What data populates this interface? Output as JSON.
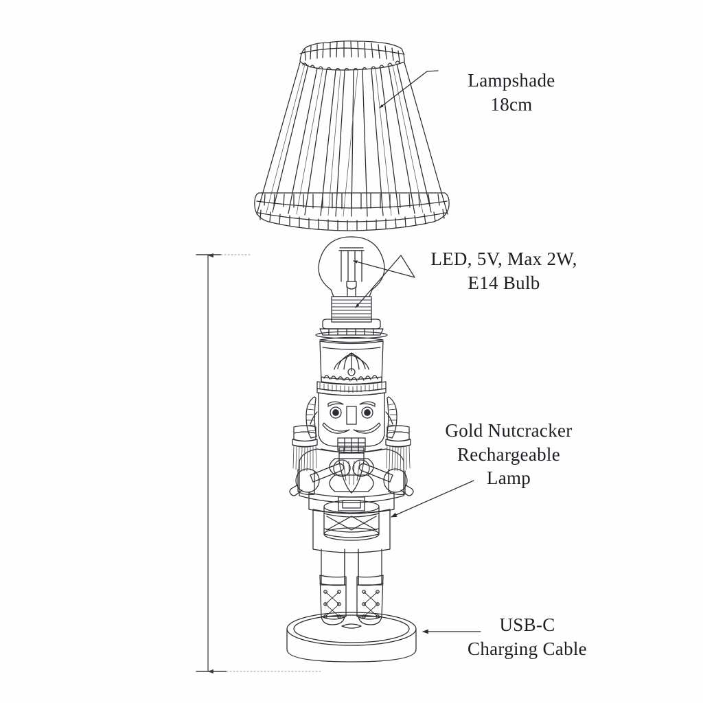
{
  "diagram": {
    "title": "Gold Nutcracker Rechargeable Lamp product specification diagram",
    "line_color": "#2b2b31",
    "text_color": "#1c1c22",
    "background_color": "#fefefe"
  },
  "callouts": {
    "lampshade": {
      "label": "Lampshade\n18cm",
      "measurement": "18cm",
      "name": "Lampshade"
    },
    "bulb": {
      "label": "LED, 5V, Max 2W,\nE14 Bulb",
      "voltage": "5V",
      "max_power": "Max 2W",
      "fitting": "E14"
    },
    "lamp": {
      "label": "Gold Nutcracker\nRechargeable\nLamp"
    },
    "cable": {
      "label": "USB-C\nCharging Cable",
      "connector": "USB-C"
    }
  },
  "dimension_line": {
    "name": "overall-height-dimension",
    "value": ""
  },
  "parts": [
    {
      "id": "lampshade",
      "name": "pleated-lampshade"
    },
    {
      "id": "bulb",
      "name": "led-filament-bulb"
    },
    {
      "id": "socket",
      "name": "lamp-socket-holder"
    },
    {
      "id": "hat",
      "name": "nutcracker-shako-hat"
    },
    {
      "id": "head",
      "name": "nutcracker-head"
    },
    {
      "id": "torso",
      "name": "nutcracker-torso"
    },
    {
      "id": "drum",
      "name": "nutcracker-drum"
    },
    {
      "id": "boots",
      "name": "nutcracker-boots"
    },
    {
      "id": "base",
      "name": "lamp-base"
    }
  ]
}
